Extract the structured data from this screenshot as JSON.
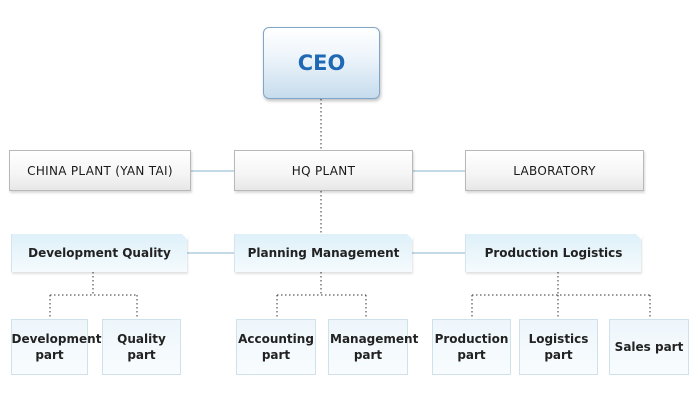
{
  "org": {
    "ceo": "CEO",
    "plants": {
      "china": "CHINA PLANT (YAN TAI)",
      "hq": "HQ PLANT",
      "lab": "LABORATORY"
    },
    "departments": {
      "development_quality": "Development Quality",
      "planning_management": "Planning Management",
      "production_logistics": "Production Logistics"
    },
    "parts": {
      "development": "Development part",
      "quality": "Quality part",
      "accounting": "Accounting part",
      "management": "Management part",
      "production": "Production part",
      "logistics": "Logistics part",
      "sales": "Sales part"
    }
  },
  "colors": {
    "ceo_text": "#1f68b5",
    "solid_connector": "#9fc3d6",
    "dotted_connector": "#333333"
  }
}
